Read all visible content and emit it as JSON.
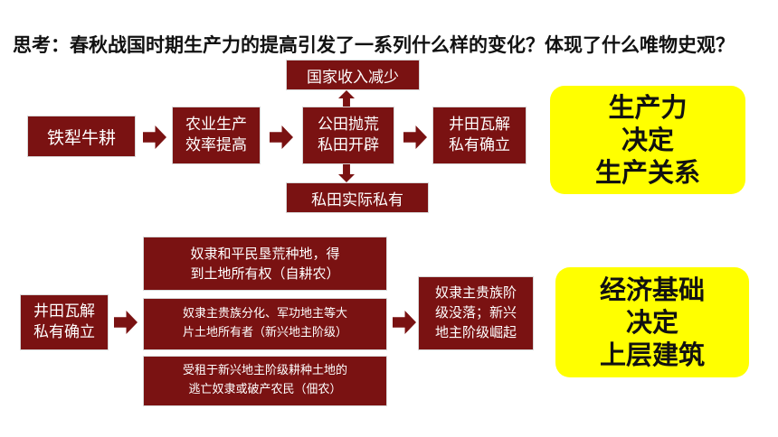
{
  "title": "思考：春秋战国时期生产力的提高引发了一系列什么样的变化？体现了什么唯物史观？",
  "row1": {
    "plough": "铁犁牛耕",
    "efficiency": "农业生产\n效率提高",
    "fields": "公田抛荒\n私田开辟",
    "national_income": "国家收入减少",
    "private_land": "私田实际私有",
    "jingtian": "井田瓦解\n私有确立",
    "conclusion": [
      "生产力",
      "决定",
      "生产关系"
    ]
  },
  "row2": {
    "jingtian": "井田瓦解\n私有确立",
    "slaves_farm": "奴隶和平民垦荒种地，得\n到土地所有权（自耕农）",
    "nobles_split": "奴隶主贵族分化、军功地主等大\n片土地所有者（新兴地主阶级）",
    "tenants": "受租于新兴地主阶级耕种土地的\n逃亡奴隶或破产农民（佃农）",
    "result": "奴隶主贵族阶\n级没落；新兴\n地主阶级崛起",
    "conclusion": [
      "经济基础",
      "决定",
      "上层建筑"
    ]
  },
  "colors": {
    "box_fill": "#7a1212",
    "highlight": "#ffff00"
  }
}
